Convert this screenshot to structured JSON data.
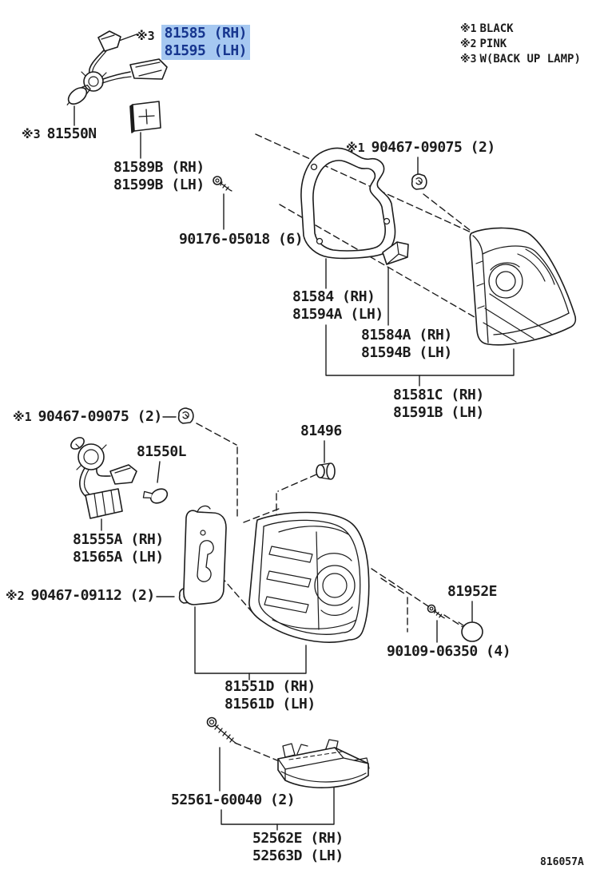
{
  "doc": {
    "footer_code": "816057A"
  },
  "legend": {
    "item1": {
      "marker": "※1",
      "text": "BLACK"
    },
    "item2": {
      "marker": "※2",
      "text": "PINK"
    },
    "item3": {
      "marker": "※3",
      "text": "W(BACK UP LAMP)"
    }
  },
  "labels": {
    "harness_inner": {
      "marker": "※3",
      "line1": "81585 (RH)",
      "line2": "81595 (LH)"
    },
    "bulb_backup": {
      "marker": "※3",
      "line1": "81550N"
    },
    "packing_backup": {
      "line1": "81589B (RH)",
      "line2": "81599B (LH)"
    },
    "screw_90176": {
      "line1": "90176-05018 (6)"
    },
    "clip_top": {
      "marker": "※1",
      "line1": "90467-09075 (2)"
    },
    "gasket": {
      "line1": "81584 (RH)",
      "line2": "81594A (LH)"
    },
    "packing_inner": {
      "line1": "81584A (RH)",
      "line2": "81594B (LH)"
    },
    "lamp_inner": {
      "line1": "81581C (RH)",
      "line2": "81591B (LH)"
    },
    "clip_mid": {
      "marker": "※1",
      "line1": "90467-09075 (2)"
    },
    "grommet_81496": {
      "line1": "81496"
    },
    "bulb_81550l": {
      "line1": "81550L"
    },
    "harness_outer": {
      "line1": "81555A (RH)",
      "line2": "81565A (LH)"
    },
    "clip_low": {
      "marker": "※2",
      "line1": "90467-09112 (2)"
    },
    "grommet_81952e": {
      "line1": "81952E"
    },
    "screw_90109": {
      "line1": "90109-06350 (4)"
    },
    "lamp_outer": {
      "line1": "81551D (RH)",
      "line2": "81561D (LH)"
    },
    "screw_52561": {
      "line1": "52561-60040 (2)"
    },
    "bracket": {
      "line1": "52562E (RH)",
      "line2": "52563D (LH)"
    }
  },
  "colors": {
    "highlight_bg": "#a6c8f1",
    "highlight_text": "#17368f",
    "line": "#1c1c1c"
  }
}
